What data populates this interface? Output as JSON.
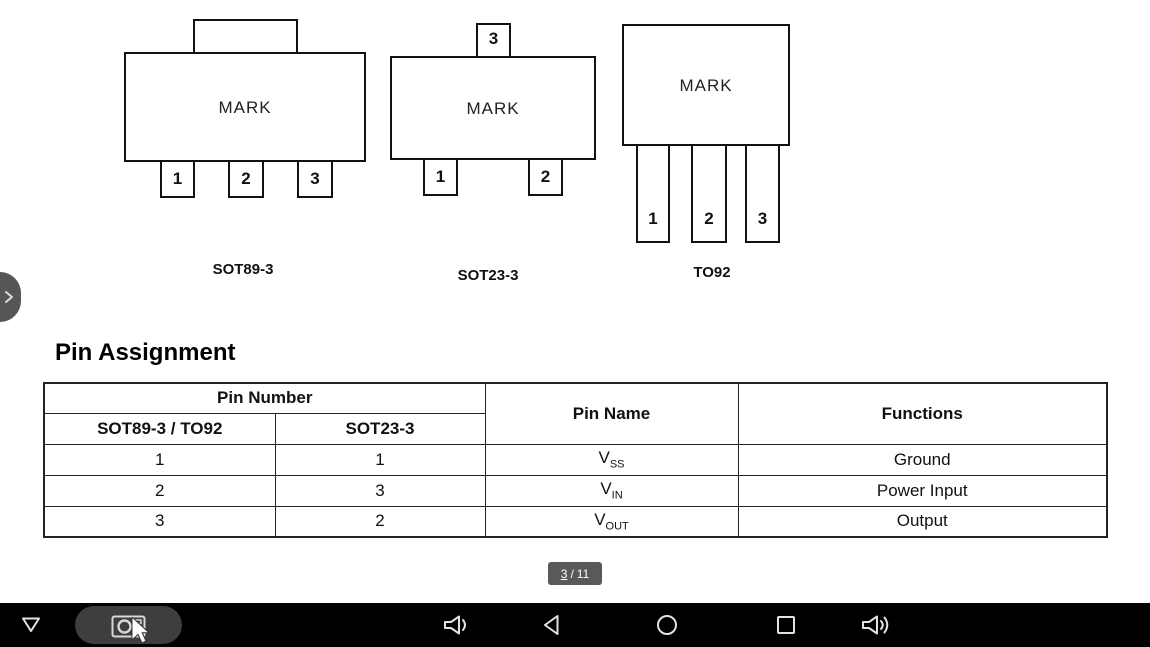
{
  "document": {
    "heading": "Pin Assignment",
    "diagrams": [
      {
        "label": "SOT89-3",
        "mark": "MARK",
        "pins": [
          "1",
          "2",
          "3"
        ]
      },
      {
        "label": "SOT23-3",
        "mark": "MARK",
        "top_pin": "3",
        "pins": [
          "1",
          "2"
        ]
      },
      {
        "label": "TO92",
        "mark": "MARK",
        "pins": [
          "1",
          "2",
          "3"
        ]
      }
    ],
    "table": {
      "headers": {
        "pin_number": "Pin Number",
        "sot89_to92": "SOT89-3 / TO92",
        "sot23": "SOT23-3",
        "pin_name": "Pin Name",
        "functions": "Functions"
      },
      "rows": [
        {
          "sot89_to92": "1",
          "sot23": "1",
          "pin_base": "V",
          "pin_sub": "SS",
          "function": "Ground"
        },
        {
          "sot89_to92": "2",
          "sot23": "3",
          "pin_base": "V",
          "pin_sub": "IN",
          "function": "Power Input"
        },
        {
          "sot89_to92": "3",
          "sot23": "2",
          "pin_base": "V",
          "pin_sub": "OUT",
          "function": "Output"
        }
      ]
    },
    "pager": {
      "current": "3",
      "separator": "/",
      "total": "11"
    }
  },
  "sidebar_handle": {
    "icon": "chevron-right-icon"
  },
  "navbar": {
    "background": "#000000",
    "highlight_color": "#3e3e3e",
    "icons": [
      "hide-keyboard-icon",
      "screenshot-camera-icon",
      "volume-down-icon",
      "back-icon",
      "home-icon",
      "recents-icon",
      "volume-up-icon"
    ]
  },
  "colors": {
    "page_bg": "#ffffff",
    "line": "#111111",
    "chip_bg": "#59595c",
    "chip_text": "#ffffff",
    "nav_icon": "#e2e2e2"
  }
}
